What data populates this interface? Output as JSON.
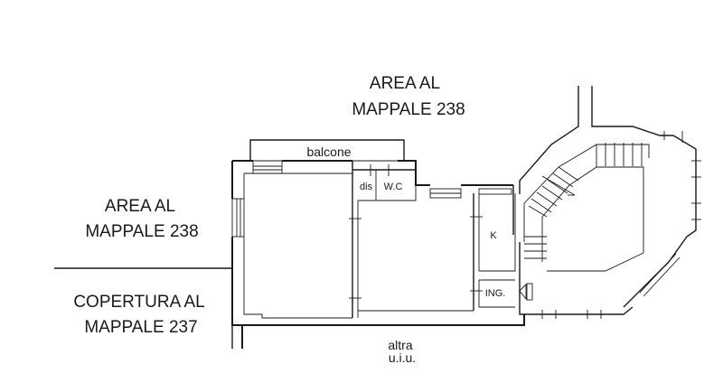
{
  "labels": {
    "area_top_line1": "AREA AL",
    "area_top_line2": "MAPPALE 238",
    "area_left_line1": "AREA AL",
    "area_left_line2": "MAPPALE 238",
    "copertura_line1": "COPERTURA AL",
    "copertura_line2": "MAPPALE 237",
    "altra_line1": "altra",
    "altra_line2": "u.i.u.",
    "balcone": "balcone",
    "dis": "dis",
    "wc": "W.C",
    "kitchen": "K",
    "ingresso": "ING."
  }
}
